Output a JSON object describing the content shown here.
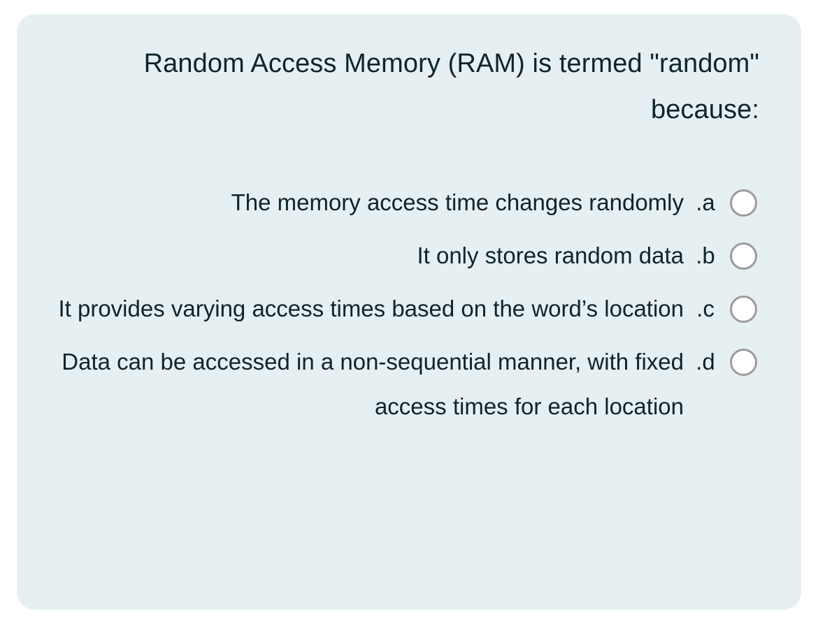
{
  "card": {
    "background_color": "#e6f0f2",
    "text_color": "#10242b",
    "radio_border_color": "#9b9b9f",
    "radio_fill_color": "#ffffff"
  },
  "question": {
    "text": "Random Access Memory (RAM) is termed \"random\" because:"
  },
  "answers": [
    {
      "label": ".a",
      "text": "The memory access time changes randomly",
      "selected": false
    },
    {
      "label": ".b",
      "text": "It only stores random data",
      "selected": false
    },
    {
      "label": ".c",
      "text": "It provides varying access times based on the word’s location",
      "selected": false
    },
    {
      "label": ".d",
      "text": "Data can be accessed in a non-sequential manner, with fixed access times for each location",
      "selected": false
    }
  ]
}
